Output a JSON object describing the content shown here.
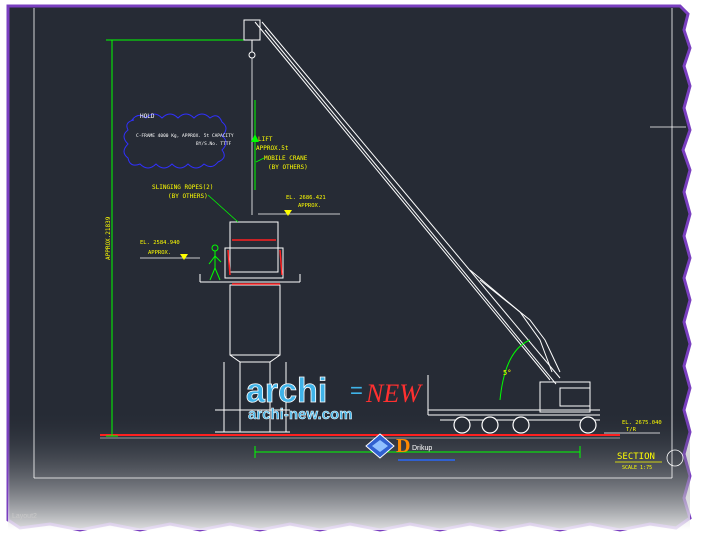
{
  "annotations": {
    "hold": "HOLD",
    "hold_note_line1": "C-FRAME 4000 Kg, APPROX. 5t CAPACITY",
    "hold_note_line2": "BY/S.No. TTTF",
    "lift": "LIFT",
    "lift_weight": "APPROX.5t",
    "mobile_crane": "MOBILE CRANE",
    "by_others": "(BY OTHERS)",
    "slinging_ropes": "SLINGING ROPES(2)",
    "slinging_by_others": "(BY OTHERS)",
    "el_top": "EL. 2686.421",
    "el_top_approx": "APPROX.",
    "el_mid": "EL. 2584.940",
    "el_mid_approx": "APPROX.",
    "el_right": "EL. 2675.040",
    "el_right_sub": "T/R",
    "approx_dim": "APPROX.21839",
    "section_title": "SECTION",
    "section_scale": "SCALE 1:75",
    "layout_tab": "Layout2"
  },
  "watermark": {
    "brand_left": "archi",
    "brand_sep": "=",
    "brand_right": "NEW",
    "url": "archi-new.com",
    "logo_letter": "D",
    "logo_sub": "Drikup"
  },
  "colors": {
    "background": "#262b35",
    "frame_border": "#7a3fc0",
    "annotation": "#ffff00",
    "dimension": "#00ff00",
    "geometry": "#ffffff",
    "red": "#ff2020",
    "cloud": "#3030ff",
    "watermark": "#3fb3e8",
    "watermark_new": "#ff3030"
  }
}
